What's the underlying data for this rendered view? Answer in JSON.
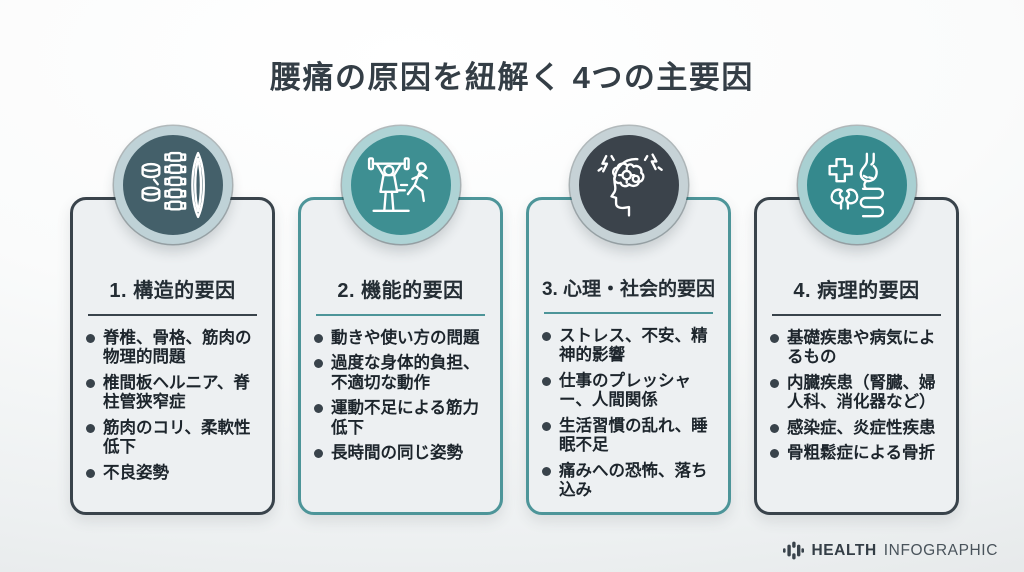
{
  "title": "腰痛の原因を紐解く 4つの主要因",
  "cards": [
    {
      "title": "1. 構造的要因",
      "icon": "spine-muscle-icon",
      "circle_color": "#44606a",
      "accent_color": "#39434b",
      "bullets": [
        "脊椎、骨格、筋肉の物理的問題",
        "椎間板ヘルニア、脊柱管狭窄症",
        "筋肉のコリ、柔軟性低下",
        "不良姿勢"
      ]
    },
    {
      "title": "2. 機能的要因",
      "icon": "exercise-icon",
      "circle_color": "#3e8f92",
      "accent_color": "#4d9599",
      "bullets": [
        "動きや使い方の問題",
        "過度な身体的負担、不適切な動作",
        "運動不足による筋力低下",
        "長時間の同じ姿勢"
      ]
    },
    {
      "title": "3. 心理・社会的要因",
      "icon": "brain-stress-icon",
      "circle_color": "#3b434b",
      "accent_color": "#4d9599",
      "bullets": [
        "ストレス、不安、精神的影響",
        "仕事のプレッシャー、人間関係",
        "生活習慣の乱れ、睡眠不足",
        "痛みへの恐怖、落ち込み"
      ]
    },
    {
      "title": "4. 病理的要因",
      "icon": "organs-icon",
      "circle_color": "#35898d",
      "accent_color": "#39434b",
      "bullets": [
        "基礎疾患や病気によるもの",
        "内臓疾患（腎臓、婦人科、消化器など）",
        "感染症、炎症性疾患",
        "骨粗鬆症による骨折"
      ]
    }
  ],
  "footer": {
    "brand_bold": "HEALTH",
    "brand_light": "INFOGRAPHIC",
    "logo": "health-logo-icon"
  }
}
